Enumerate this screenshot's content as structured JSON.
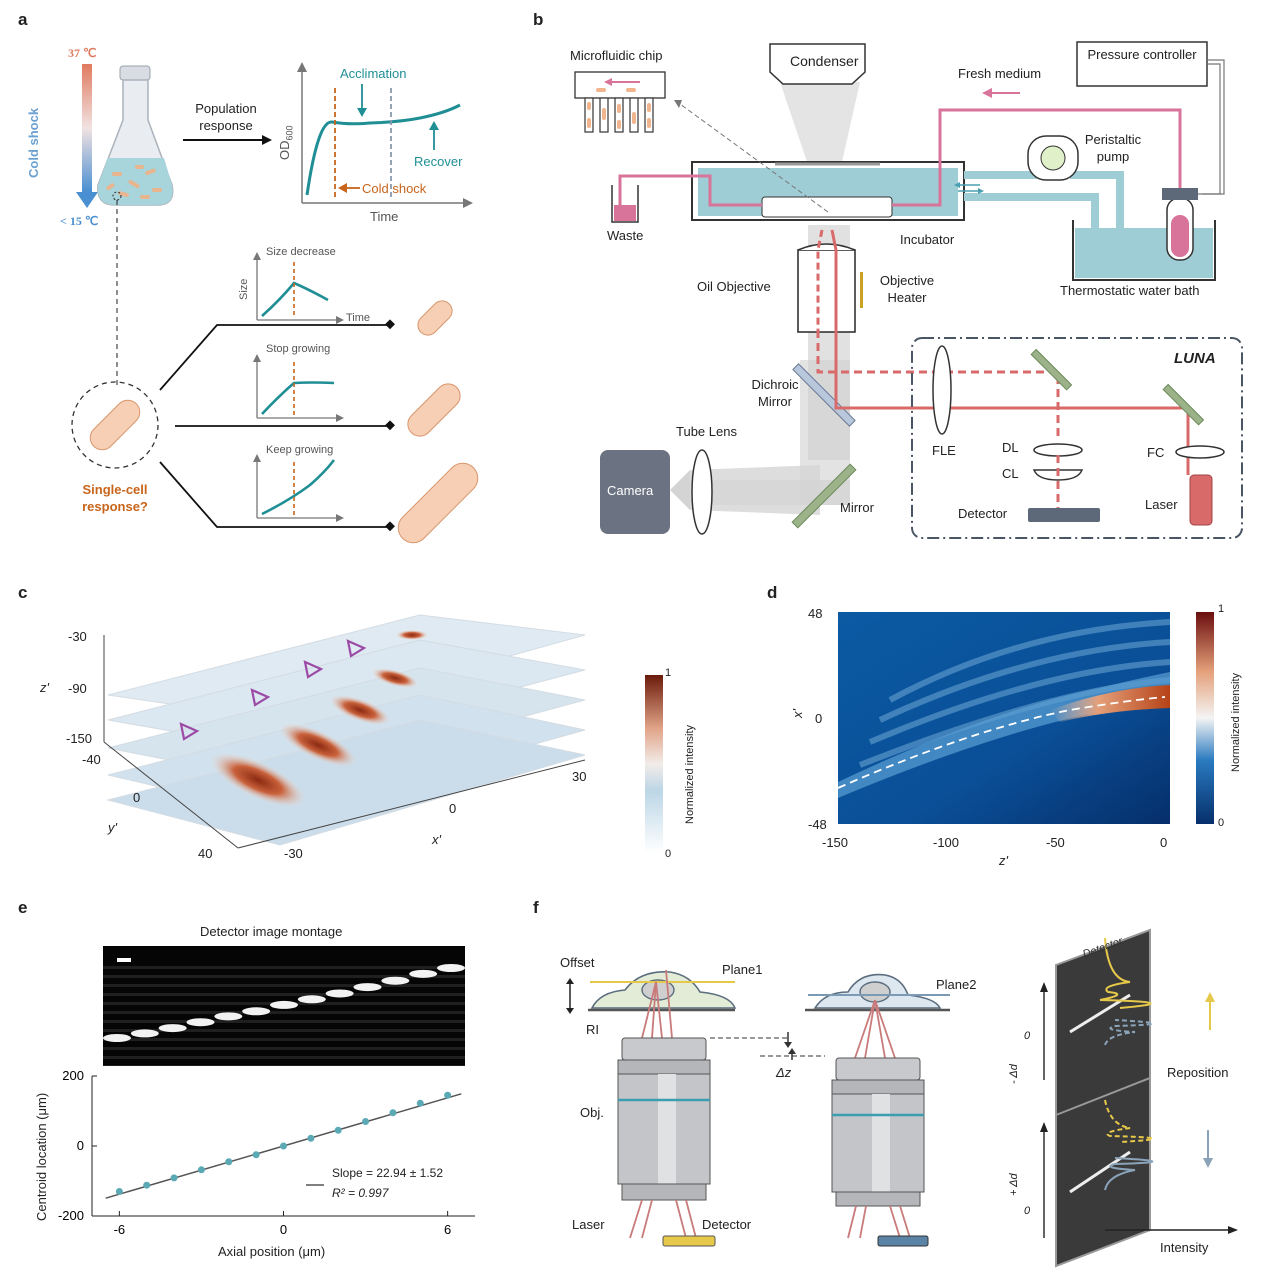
{
  "panels": {
    "a": "a",
    "b": "b",
    "c": "c",
    "d": "d",
    "e": "e",
    "f": "f"
  },
  "panel_a": {
    "temp_high": "37 ℃",
    "temp_low": "< 15 ℃",
    "cold_shock_axis": "Cold shock",
    "population_response": "Population response",
    "acclimation": "Acclimation",
    "recover": "Recover",
    "cold_shock_marker": "Cold shock",
    "od_label": "OD",
    "od_sub": "600",
    "time_label": "Time",
    "size_decrease": "Size decrease",
    "stop_growing": "Stop growing",
    "keep_growing": "Keep growing",
    "size_axis": "Size",
    "time_small": "Time",
    "single_cell": "Single-cell response?"
  },
  "panel_b": {
    "microfluidic_chip": "Microfluidic chip",
    "condenser": "Condenser",
    "pressure_controller": "Pressure controller",
    "fresh_medium": "Fresh medium",
    "peristaltic_pump": "Peristaltic pump",
    "waste": "Waste",
    "incubator": "Incubator",
    "thermostatic_bath": "Thermostatic water bath",
    "oil_objective": "Oil Objective",
    "objective_heater": "Objective Heater",
    "luna": "LUNA",
    "dichroic_mirror": "Dichroic Mirror",
    "tube_lens": "Tube Lens",
    "camera": "Camera",
    "mirror": "Mirror",
    "fle": "FLE",
    "dl": "DL",
    "cl": "CL",
    "fc": "FC",
    "detector": "Detector",
    "laser": "Laser"
  },
  "panel_c": {
    "z_ticks": [
      "-30",
      "-90",
      "-150"
    ],
    "y_ticks": [
      "-40",
      "0",
      "40"
    ],
    "x_ticks": [
      "-30",
      "0",
      "30"
    ],
    "z_label": "z'",
    "y_label": "y'",
    "x_label": "x'",
    "colorbar_label": "Normalized intensity",
    "cb_max": "1",
    "cb_min": "0"
  },
  "panel_d": {
    "y_ticks": [
      "48",
      "0",
      "-48"
    ],
    "x_ticks": [
      "-150",
      "-100",
      "-50",
      "0"
    ],
    "x_label": "z'",
    "y_label": "x'",
    "colorbar_label": "Normalized intensity",
    "cb_max": "1",
    "cb_min": "0"
  },
  "panel_e": {
    "montage_title": "Detector image montage",
    "legend_slope": "Slope = 22.94 ± 1.52",
    "legend_r2": "R² = 0.997",
    "xlabel": "Axial position (μm)",
    "ylabel": "Centroid location (μm)"
  },
  "chart_data": {
    "type": "scatter",
    "x": [
      -6,
      -5,
      -4,
      -3,
      -2,
      -1,
      0,
      1,
      2,
      3,
      4,
      5,
      6
    ],
    "y": [
      -130,
      -112,
      -91,
      -68,
      -45,
      -25,
      0,
      22,
      45,
      70,
      95,
      122,
      145
    ],
    "xlabel": "Axial position (μm)",
    "ylabel": "Centroid location (μm)",
    "xlim": [
      -7,
      7
    ],
    "ylim": [
      -200,
      200
    ],
    "x_ticks": [
      "-6",
      "0",
      "6"
    ],
    "y_ticks": [
      "200",
      "0",
      "-200"
    ],
    "fit": {
      "slope": 22.94,
      "intercept": 0
    },
    "point_color": "#5aa9b5"
  },
  "panel_f": {
    "offset": "Offset",
    "plane1": "Plane1",
    "plane2": "Plane2",
    "ri": "RI",
    "obj": "Obj.",
    "delta_z": "Δz",
    "laser": "Laser",
    "detector": "Detector",
    "detector_plate": "Detector",
    "reposition": "Reposition",
    "intensity": "Intensity",
    "zero1": "0",
    "minus_dd": "- Δd",
    "zero2": "0",
    "plus_dd": "+ Δd"
  },
  "colors": {
    "teal": "#1f8f95",
    "orange": "#c8651b",
    "pink": "#d8739a",
    "water": "#9ecdd6",
    "laser_red": "#d86a6a",
    "cell": "#f6cfb4"
  }
}
